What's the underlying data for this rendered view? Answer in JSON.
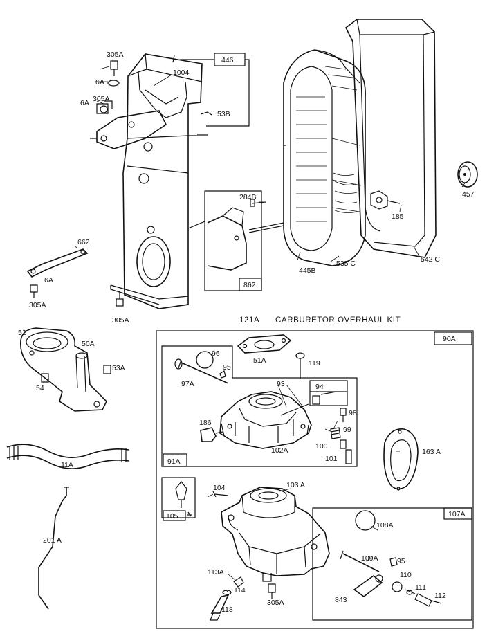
{
  "title": "CARBURETOR OVERHAUL KIT",
  "kit_number": "121A",
  "parts": {
    "p305a_1": "305A",
    "p6a_1": "6A",
    "p1004": "1004",
    "p446": "446",
    "p305a_2": "305A",
    "p6a_2": "6A",
    "p53b": "53B",
    "p284b": "284B",
    "p862": "862",
    "p662": "662",
    "p6a_3": "6A",
    "p305a_3": "305A",
    "p305a_4": "305A",
    "p445b": "445B",
    "p535c": "535 C",
    "p185": "185",
    "p542c": "542 C",
    "p457": "457",
    "p52": "52",
    "p50a": "50A",
    "p53a": "53A",
    "p54": "54",
    "p11a": "11A",
    "p201a": "201 A",
    "p90a": "90A",
    "p96": "96",
    "p95_1": "95",
    "p97a": "97A",
    "p51a": "51A",
    "p119": "119",
    "p93": "93",
    "p94": "94",
    "p98": "98",
    "p186": "186",
    "p99": "99",
    "p100": "100",
    "p101": "101",
    "p102a": "102A",
    "p91a": "91A",
    "p163a": "163 A",
    "p104": "104",
    "p103a": "103 A",
    "p105": "105",
    "p107a": "107A",
    "p108a": "108A",
    "p109a": "109A",
    "p95_2": "95",
    "p110": "110",
    "p111": "111",
    "p112": "112",
    "p843": "843",
    "p113a": "113A",
    "p114": "114",
    "p118": "118",
    "p305a_5": "305A"
  }
}
